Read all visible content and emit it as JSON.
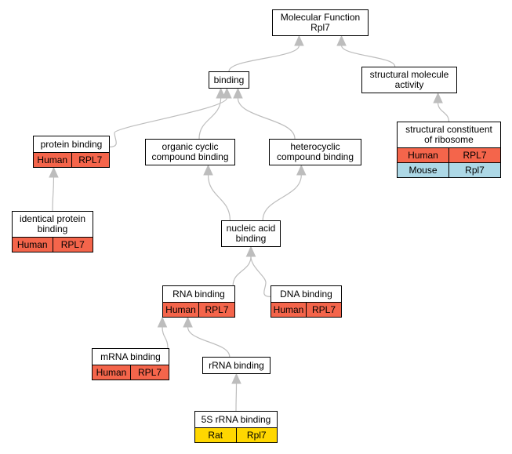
{
  "colors": {
    "edge": "#bdbdbd",
    "human": "#f4654b",
    "mouse": "#add8e6",
    "rat": "#ffd700"
  },
  "nodes": [
    {
      "id": "molecular-function",
      "lines": [
        "Molecular Function",
        "Rpl7"
      ],
      "annotations": []
    },
    {
      "id": "binding",
      "lines": [
        "binding"
      ],
      "annotations": []
    },
    {
      "id": "structural-molecule-activity",
      "lines": [
        "structural molecule",
        "activity"
      ],
      "annotations": []
    },
    {
      "id": "protein-binding",
      "lines": [
        "protein binding"
      ],
      "annotations": [
        {
          "species": "Human",
          "gene": "RPL7",
          "color": "human"
        }
      ]
    },
    {
      "id": "organic-cyclic-compound-binding",
      "lines": [
        "organic cyclic",
        "compound binding"
      ],
      "annotations": []
    },
    {
      "id": "heterocyclic-compound-binding",
      "lines": [
        "heterocyclic",
        "compound binding"
      ],
      "annotations": []
    },
    {
      "id": "structural-constituent-of-ribosome",
      "lines": [
        "structural constituent",
        "of ribosome"
      ],
      "annotations": [
        {
          "species": "Human",
          "gene": "RPL7",
          "color": "human"
        },
        {
          "species": "Mouse",
          "gene": "Rpl7",
          "color": "mouse"
        }
      ]
    },
    {
      "id": "identical-protein-binding",
      "lines": [
        "identical protein",
        "binding"
      ],
      "annotations": [
        {
          "species": "Human",
          "gene": "RPL7",
          "color": "human"
        }
      ]
    },
    {
      "id": "nucleic-acid-binding",
      "lines": [
        "nucleic acid",
        "binding"
      ],
      "annotations": []
    },
    {
      "id": "rna-binding",
      "lines": [
        "RNA binding"
      ],
      "annotations": [
        {
          "species": "Human",
          "gene": "RPL7",
          "color": "human"
        }
      ]
    },
    {
      "id": "dna-binding",
      "lines": [
        "DNA binding"
      ],
      "annotations": [
        {
          "species": "Human",
          "gene": "RPL7",
          "color": "human"
        }
      ]
    },
    {
      "id": "mrna-binding",
      "lines": [
        "mRNA binding"
      ],
      "annotations": [
        {
          "species": "Human",
          "gene": "RPL7",
          "color": "human"
        }
      ]
    },
    {
      "id": "rrna-binding",
      "lines": [
        "rRNA binding"
      ],
      "annotations": []
    },
    {
      "id": "5s-rrna-binding",
      "lines": [
        "5S rRNA binding"
      ],
      "annotations": [
        {
          "species": "Rat",
          "gene": "Rpl7",
          "color": "rat"
        }
      ]
    }
  ],
  "edges": [
    {
      "from": "binding",
      "to": "molecular-function"
    },
    {
      "from": "structural-molecule-activity",
      "to": "molecular-function"
    },
    {
      "from": "protein-binding",
      "to": "binding"
    },
    {
      "from": "organic-cyclic-compound-binding",
      "to": "binding"
    },
    {
      "from": "heterocyclic-compound-binding",
      "to": "binding"
    },
    {
      "from": "structural-constituent-of-ribosome",
      "to": "structural-molecule-activity"
    },
    {
      "from": "identical-protein-binding",
      "to": "protein-binding"
    },
    {
      "from": "nucleic-acid-binding",
      "to": "organic-cyclic-compound-binding"
    },
    {
      "from": "nucleic-acid-binding",
      "to": "heterocyclic-compound-binding"
    },
    {
      "from": "rna-binding",
      "to": "nucleic-acid-binding"
    },
    {
      "from": "dna-binding",
      "to": "nucleic-acid-binding"
    },
    {
      "from": "mrna-binding",
      "to": "rna-binding"
    },
    {
      "from": "rrna-binding",
      "to": "rna-binding"
    },
    {
      "from": "5s-rrna-binding",
      "to": "rrna-binding"
    }
  ]
}
